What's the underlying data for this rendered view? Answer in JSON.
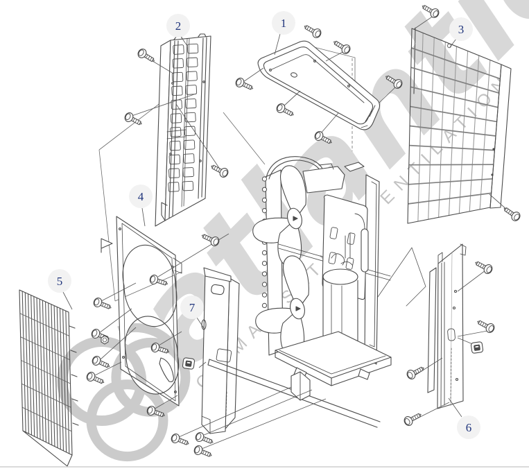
{
  "diagram": {
    "kind": "exploded-parts-diagram",
    "callouts": [
      {
        "label": "1"
      },
      {
        "label": "2"
      },
      {
        "label": "3"
      },
      {
        "label": "4"
      },
      {
        "label": "5"
      },
      {
        "label": "6"
      },
      {
        "label": "7"
      }
    ]
  },
  "watermark": {
    "brand": "atlantic",
    "tagline": "CLIMATISATION VENTILATION"
  },
  "colors": {
    "line_art": "#4a4a4a",
    "watermark_script": "#d8d8d8",
    "watermark_rings": "#cbcbcb",
    "watermark_tagline": "#c3c3c3",
    "callout_background": "#f2f2f2",
    "callout_number": "#20357c",
    "bottom_divider": "#cfcfcf"
  }
}
